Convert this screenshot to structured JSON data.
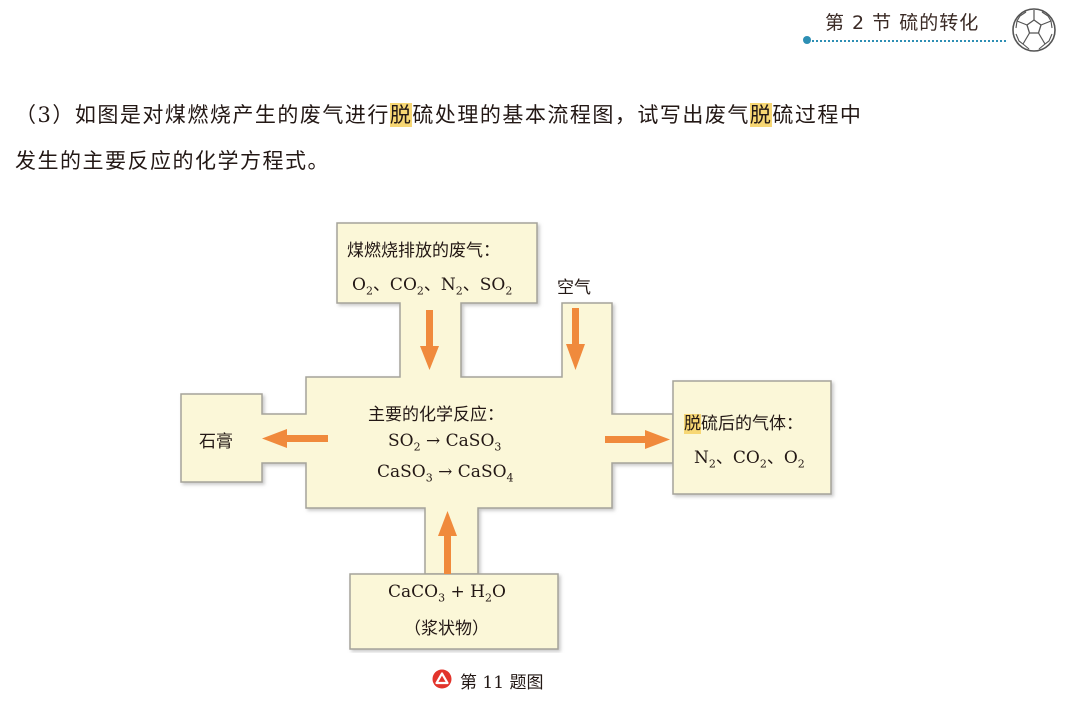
{
  "header": {
    "section_title": "第 2 节   硫的转化"
  },
  "question": {
    "prefix": "（3）如图是对煤燃烧产生的废气进行",
    "highlight1": "脱",
    "middle": "硫处理的基本流程图，试写出废气",
    "highlight2": "脱",
    "suffix": "硫过程中",
    "line2": "发生的主要反应的化学方程式。"
  },
  "diagram": {
    "top_box": {
      "title": "煤燃烧排放的废气：",
      "gases": [
        "O",
        "、CO",
        "、N",
        "、SO"
      ],
      "subs": [
        "2",
        "2",
        "2",
        "2"
      ]
    },
    "air_label": "空气",
    "left_box": {
      "label": "石膏"
    },
    "center": {
      "title": "主要的化学反应：",
      "reaction1_left": "SO",
      "reaction1_left_sub": "2",
      "arrow": "→",
      "reaction1_right": "CaSO",
      "reaction1_right_sub": "3",
      "reaction2_left": "CaSO",
      "reaction2_left_sub": "3",
      "reaction2_right": "CaSO",
      "reaction2_right_sub": "4"
    },
    "right_box": {
      "title_highlight": "脱",
      "title_rest": "硫后的气体：",
      "gas1": "N",
      "gas1_sub": "2",
      "gas2": "、CO",
      "gas2_sub": "2",
      "gas3": "、O",
      "gas3_sub": "2"
    },
    "bottom_box": {
      "formula_a": "CaCO",
      "formula_a_sub": "3",
      "plus": " + H",
      "h_sub": "2",
      "formula_b": "O",
      "note": "（浆状物）"
    }
  },
  "caption": {
    "text": "第 11 题图"
  },
  "colors": {
    "box_fill": "#fbf7d8",
    "box_stroke": "#a5a39a",
    "arrow": "#f08a3c",
    "highlight": "#f7d774",
    "accent": "#2d8fb4",
    "caption_icon": "#e2342c"
  }
}
